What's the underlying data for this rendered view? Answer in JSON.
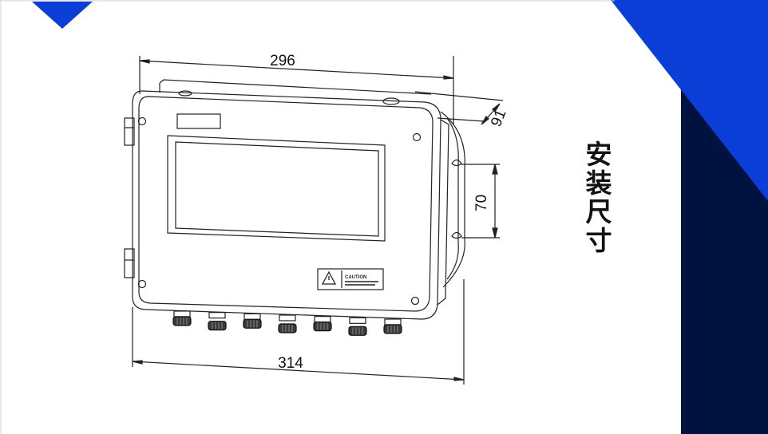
{
  "slide": {
    "title_chars": [
      "安",
      "装",
      "尺",
      "寸"
    ],
    "colors": {
      "accent_blue": "#0a3ed6",
      "navy": "#001240",
      "line": "#222222"
    }
  },
  "drawing": {
    "dimensions": {
      "width_top": "296",
      "width_bottom": "314",
      "depth": "91",
      "mount_pitch": "70"
    },
    "caution_label": "CAUTION",
    "glands_count": 7
  }
}
